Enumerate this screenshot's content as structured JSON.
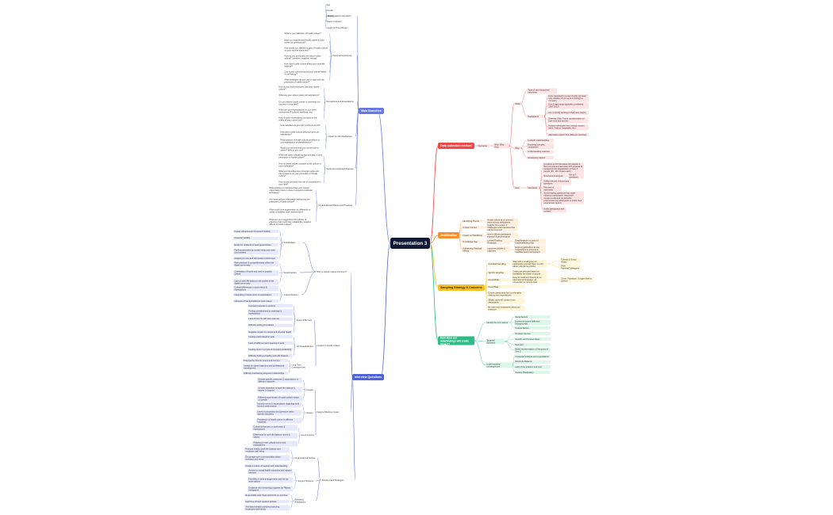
{
  "root": "Presentation 3",
  "branches": {
    "main_branches": "Main Branches",
    "interview_questions": "Interview Questions",
    "data_collection": "Data collection method",
    "justification": "Justification",
    "sampling": "Sampling Strategy & Concerns",
    "how_study": "How does our data/findings will create impact?"
  },
  "demographic": {
    "label": "Demographic Information",
    "items": [
      "Age",
      "Gender",
      "Industry",
      "Years in Industry",
      "Length of Time Abroad"
    ]
  },
  "personal": {
    "label": "Personal Experience",
    "items": [
      "What is your definition of hustle culture?",
      "Have you experienced hustle culture in your current or previous job?",
      "How would you rate the impact of hustle culture on your work environment?",
      "How do you personally feel about hustle culture? (positive, negative, neutral)",
      "How does hustle culture affect your work-life balance?",
      "Can hustle culture improve your mental health or well-being?",
      "What strategies do you use to cope with the pressures of hustle culture?"
    ]
  },
  "perceptions": {
    "label": "Perceptions and Expectations",
    "items": [
      "How do you think employers perceive hustle culture?",
      "What are your career goals and aspirations?",
      "Do you believe hustle culture is necessary for success in your field?",
      "What are your expectations for your work environment? (culture, workload, etc)",
      "How do your expectations compare to the reality of your current job?"
    ]
  },
  "job_satisfaction": {
    "label": "Impact on Job Satisfaction",
    "items": [
      "How satisfied are you with your current job?",
      "How does hustle culture influence your job satisfaction?",
      "What aspects of hustle culture contribute to your satisfaction or dissatisfaction?",
      "Would you recommend your current job to others? Why or why not?"
    ]
  },
  "social_cultural": {
    "label": "Social and Cultural Influences",
    "items": [
      "What role does cultural background play in your perception of hustle culture?",
      "How do these values compare to the culture in your workplace?",
      "What are the influences of social media and peer pressure on your perception of hustle culture?",
      "How do you perceive the role of competition in your field?"
    ]
  },
  "organizational": {
    "label": "Organizational Policies and Practices",
    "items": [
      "What policies or practices does your current organization have in place to support employee well-being?",
      "Are these policies effective in addressing the pressures of hustle culture?",
      "What could your organization do differently to create a healthier work environment?",
      "What are your suggestions for policies or practices that could help mitigate the negative effects of hustle culture?"
    ]
  },
  "interview": {
    "why": {
      "label": "Why is Hustle Culture Common?",
      "globalization": {
        "label": "Globalization",
        "items": [
          "Career advancement & upward mobility",
          "Financial stability",
          "Easier for students to seek opportunities",
          "Feeling pressured by social media and news communities",
          "Adapting to new and fast-paced environment"
        ]
      },
      "social": {
        "label": "Social Factors",
        "items": [
          "Peer pressure & competitiveness within the digital community",
          "Celebration of hustle and work in popular culture",
          "Lack of work-life balance role models in the digital community"
        ]
      },
      "cultural": {
        "label": "Cultural Factors",
        "items": [
          "Cultural differences in work ethics & expectations",
          "Integrating to local norms & expectations",
          "Influence of family/traditional work values"
        ]
      }
    },
    "impacts": {
      "label": "Impacts of Hustle Culture",
      "stress": {
        "label": "Stress & Burnout",
        "items": [
          "Constant pressure to perform",
          "Feeling overwhelmed by workload & expectations",
          "Lack of time for self-care and rest",
          "Difficulty setting boundaries",
          "Negative impact on mental and physical health"
        ]
      },
      "job": {
        "label": "Job Dissatisfaction",
        "items": [
          "Feeling undervalued at work",
          "Lack of fulfillment and meaning in work",
          "Feeling stuck in a cycle of constant productivity",
          "Difficulty finding a healthy work-life balance"
        ]
      },
      "long": {
        "label": "Long-Term Consequences",
        "items": [
          "Potential for chronic stress and burnout",
          "Impact on career trajectory and professional development",
          "Difficulty maintaining long-term relationships"
        ]
      }
    },
    "factors": {
      "label": "Factors Affecting Impact",
      "gender": {
        "label": "Gender",
        "items": [
          "Gender-specific pressures & expectations in different industries",
          "Gender disparities in work-life balance & access to support",
          "Different experiences of hustle culture based on gender"
        ]
      },
      "industry": {
        "label": "Industry",
        "items": [
          "Industry norms & expectations regarding work hours & performance",
          "Level of competition and pressure within specific industries",
          "Prevalence of hustle culture in different industries"
        ]
      },
      "home": {
        "label": "Home Country",
        "items": [
          "Cultural influences on work ethic & expectations",
          "Differences in work-life balance norms & values",
          "Adapting to new cultural norms and expectations"
        ]
      }
    },
    "solutions": {
      "label": "Solutions and Strategies",
      "org": {
        "label": "Organizational Culture",
        "items": [
          "Promote healthy work-life balance and employee well-being",
          "Encourage open communication about workload and stress",
          "Create a culture of support and understanding"
        ]
      },
      "support": {
        "label": "Support Systems",
        "items": [
          "Access to mental health resources and support services",
          "Flexibility in work arrangements and remote work options",
          "Guidance and mentoring programs for Filipino immigrants"
        ]
      },
      "policies": {
        "label": "Policies & Regulations",
        "items": [
          "Reasonable work hours and limits on overtime",
          "Paid time off and vacation policies",
          "Anti-discrimination policies protecting employees with family"
        ]
      }
    }
  },
  "data_method": {
    "interviews": "Interviews",
    "why_badge": "Why: Why-How",
    "what": {
      "label": "What",
      "definition": "Type of semi-structured interviews",
      "participants_label": "Participants",
      "participants": [
        "Have relocated to a new country (at least two) whether it's for work or through a company",
        "Gen Z age range (typically considered 1997-2012)",
        "Are currently working in their new country",
        "Diversity (Gay, Trans) representation of both men and women",
        "Include individuals from various sectors (tech, finance, hospitality, etc.)",
        "Alternative aspect from different countries"
      ]
    },
    "why": {
      "label": "Why",
      "items": [
        "In-depth understanding",
        "Exploring complex motivations",
        "Understanding nuances",
        "Developing rapport"
      ]
    },
    "how": {
      "label": "How",
      "interviews_label": "Interviews",
      "items": [
        "Conducts of 15 interviews (40 people) & Semi-structured interviews with purpose & focused on the digitalization of Gen Z people (15 - 20 minutes each)",
        "Structured interviews",
        "Set of 7 questions",
        "Define themes, themes and questions",
        "Pilot test of interviews",
        "Avoid leading questions that might influence participants' responses",
        "Create a safe and comfortable environment for participants to share their experiences openly",
        "Audio participants with consent"
      ]
    }
  },
  "justify": {
    "rows": [
      {
        "label": "Identifying Trends",
        "note": "Hustle culture as a common issue among participants"
      },
      {
        "label": "Unique Context",
        "note": "Insights from a Gen Z challenges and pressures that are not common"
      },
      {
        "label": "Impact on Well-Being",
        "note": "How it effects participants physical & psychological"
      },
      {
        "label": "Knowledge Gap",
        "note": "Limited Existing Research",
        "extra": "Data/literature on point of hustle/reflecting that"
      },
      {
        "label": "Addressing Practical Needs",
        "note": "Improves policies & practices",
        "extra": "Helps organizations to use researchers to promote a healthier work environment"
      }
    ]
  },
  "sampling_data": {
    "rows": [
      {
        "label": "Snowball Sampling",
        "note": "Start with a small group of participants and ask them to refer others who fit the criteria",
        "sub": [
          "Friends & Group Chats",
          "Peer Familial/Colleagues"
        ]
      },
      {
        "label": "Identity sampling",
        "note": "Cases are selected based on availability and ease of access"
      },
      {
        "label": "Accessibility",
        "note": "Easy to reach and fluently in an international language, as connection to communities",
        "sub": [
          "Zoom, Facebook, Google Meet in person"
        ]
      },
      {
        "label": "Social Bias"
      },
      {
        "label": "Ensure participants feel comfortable sharing their experiences"
      },
      {
        "label": "Obtain informed consent from participants"
      },
      {
        "label": "Be open and transparent about our research"
      }
    ]
  },
  "impact_data": {
    "identify": {
      "label": "Identify the root causes",
      "items": [
        "Social factors",
        "Economic factors (different backgrounds)",
        "Cultural factors"
      ]
    },
    "targeted": {
      "label": "Targeted Solutions",
      "items": [
        "Develop courses",
        "Specific and focused ideas",
        "Relevant",
        "Better representation of the group of Gen Z"
      ]
    },
    "understanding": {
      "label": "Understanding consequences",
      "items": [
        "Increased wellness and expectations",
        "Work-Life Balance",
        "Lack of the problem and cost",
        "Society (Workplace)"
      ]
    }
  },
  "colors": {
    "blue": "#6779e0",
    "red": "#ef4a4a",
    "orange": "#f5922e",
    "yellow": "#f5c02b",
    "green": "#2fbb86",
    "indigo": "#4e63d6",
    "root": "#0e1a36"
  }
}
